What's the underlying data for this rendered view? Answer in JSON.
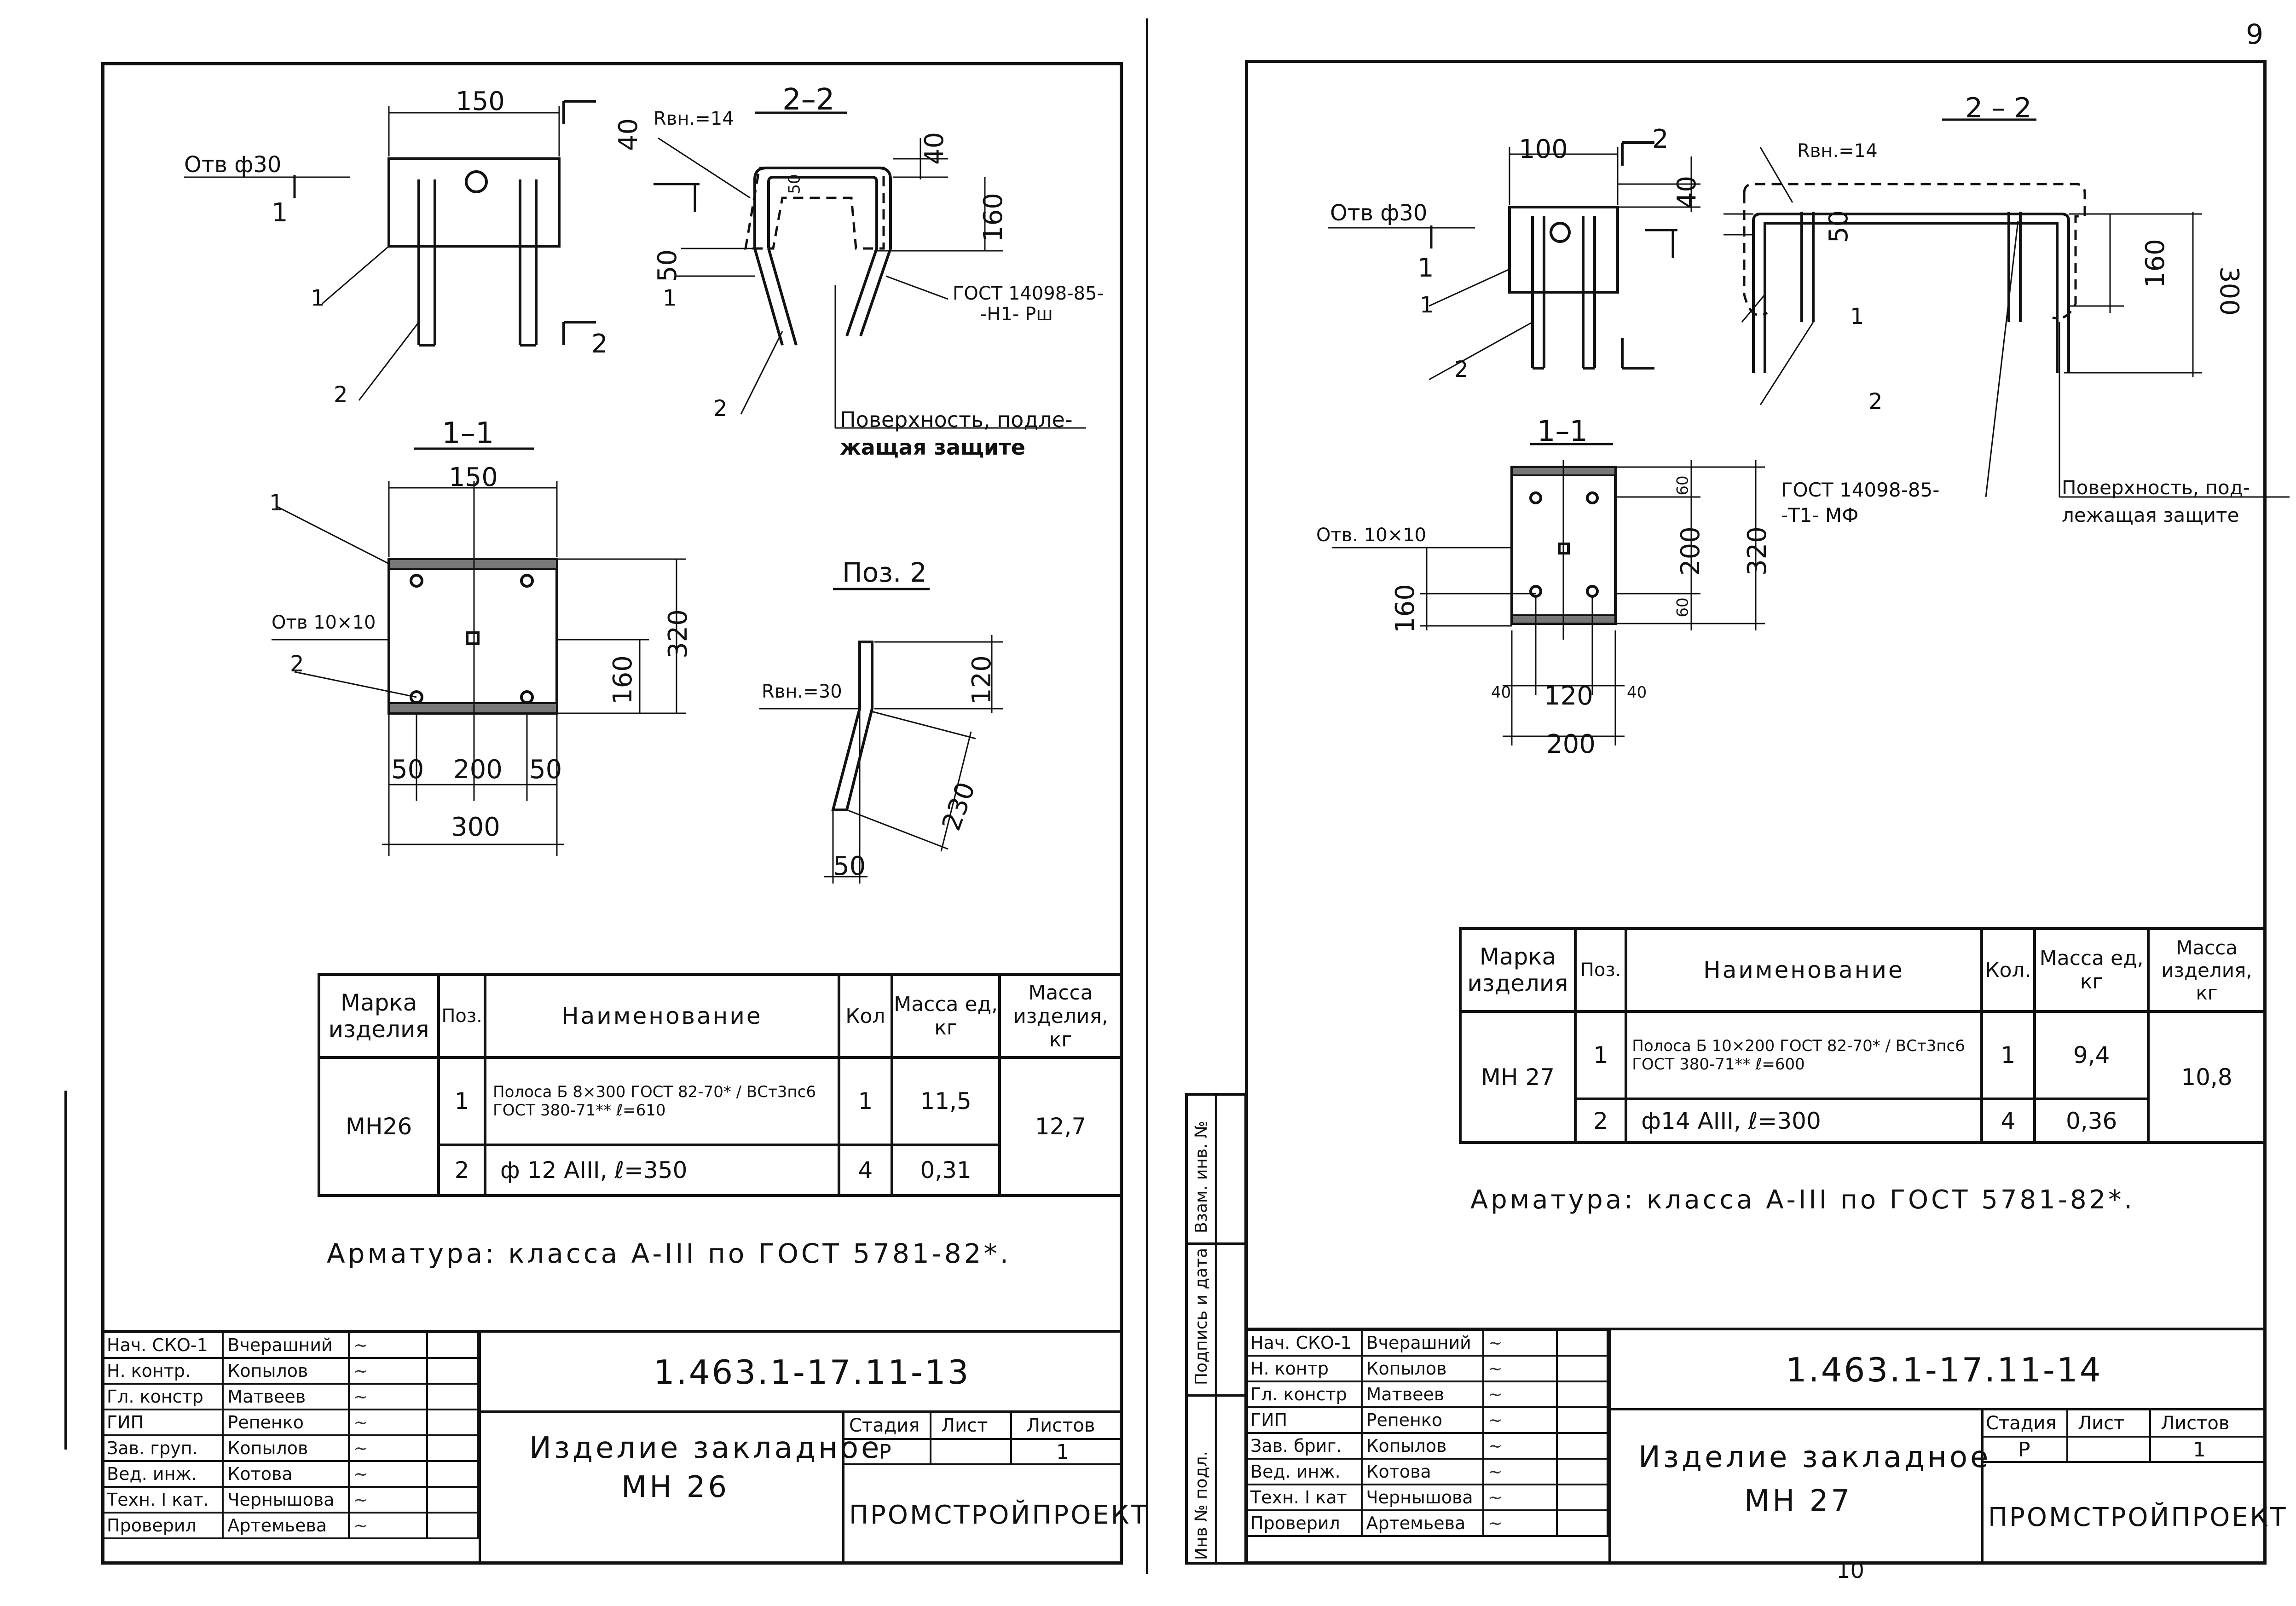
{
  "page_number_top": "9",
  "page_number_bottom": "10",
  "left_sheet": {
    "views": {
      "view_2_2": "2–2",
      "view_1_1": "1–1",
      "pos_2": "Поз. 2"
    },
    "dims": [
      "150",
      "40",
      "Отв ф30",
      "1",
      "2",
      "Rвн.=14",
      "40",
      "160",
      "50",
      "50",
      "150",
      "320",
      "160",
      "Отв 10×10",
      "50",
      "200",
      "50",
      "300",
      "Rвн.=30",
      "120",
      "230",
      "50"
    ],
    "callouts": {
      "gost": "ГОСТ 14098-85-",
      "gost2": "-Н1- Рш",
      "surface1": "Поверхность, подле-",
      "surface2": "жащая защите"
    },
    "spec": {
      "h_mark": "Марка изделия",
      "h_pos": "Поз.",
      "h_name": "Наименование",
      "h_qty": "Кол",
      "h_unit_mass": "Масса ед, кг",
      "h_total_mass": "Масса изделия, кг",
      "mark": "МН26",
      "row1_pos": "1",
      "row1_name": "Полоса Б 8×300 ГОСТ 82-70* / ВСт3пс6 ГОСТ 380-71** ℓ=610",
      "row1_qty": "1",
      "row1_mass": "11,5",
      "row2_pos": "2",
      "row2_name": "ф 12 АIII, ℓ=350",
      "row2_qty": "4",
      "row2_mass": "0,31",
      "total": "12,7"
    },
    "note": "Арматура: класса А-III по ГОСТ 5781-82*.",
    "titleblock": {
      "roles": [
        "Нач. СКО-1",
        "Н. контр.",
        "Гл. констр",
        "ГИП",
        "Зав. груп.",
        "Вед. инж.",
        "Техн. I кат.",
        "Проверил"
      ],
      "names": [
        "Вчерашний",
        "Копылов",
        "Матвеев",
        "Репенко",
        "Копылов",
        "Котова",
        "Чернышова",
        "Артемьева"
      ],
      "code": "1.463.1-17.11-13",
      "title1": "Изделие закладное",
      "title2": "МН 26",
      "stage_h": "Стадия",
      "sheet_h": "Лист",
      "sheets_h": "Листов",
      "stage": "Р",
      "sheets": "1",
      "org": "ПРОМСТРОЙПРОЕКТ"
    }
  },
  "right_sheet": {
    "views": {
      "view_2_2": "2 – 2",
      "view_1_1": "1–1"
    },
    "dims": [
      "100",
      "40",
      "Отв ф30",
      "1",
      "2",
      "Rвн.=14",
      "50",
      "160",
      "300",
      "60",
      "200",
      "60",
      "320",
      "Отв. 10×10",
      "160",
      "40",
      "120",
      "40",
      "200"
    ],
    "callouts": {
      "gost": "ГОСТ 14098-85-",
      "gost2": "-Т1- МФ",
      "surface1": "Поверхность, под-",
      "surface2": "лежащая защите"
    },
    "spec": {
      "h_mark": "Марка изделия",
      "h_pos": "Поз.",
      "h_name": "Наименование",
      "h_qty": "Кол.",
      "h_unit_mass": "Масса ед, кг",
      "h_total_mass": "Масса изделия, кг",
      "mark": "МН 27",
      "row1_pos": "1",
      "row1_name": "Полоса Б 10×200 ГОСТ 82-70* / ВСт3пс6 ГОСТ 380-71** ℓ=600",
      "row1_qty": "1",
      "row1_mass": "9,4",
      "row2_pos": "2",
      "row2_name": "ф14 АIII, ℓ=300",
      "row2_qty": "4",
      "row2_mass": "0,36",
      "total": "10,8"
    },
    "note": "Арматура: класса А-III по ГОСТ 5781-82*.",
    "stamp_labels": [
      "Взам. инв. №",
      "Подпись и дата",
      "Инв № подл."
    ],
    "titleblock": {
      "roles": [
        "Нач. СКО-1",
        "Н. контр",
        "Гл. констр",
        "ГИП",
        "Зав. бриг.",
        "Вед. инж.",
        "Техн. I кат",
        "Проверил"
      ],
      "names": [
        "Вчерашний",
        "Копылов",
        "Матвеев",
        "Репенко",
        "Копылов",
        "Котова",
        "Чернышова",
        "Артемьева"
      ],
      "code": "1.463.1-17.11-14",
      "title1": "Изделие закладное",
      "title2": "МН 27",
      "stage_h": "Стадия",
      "sheet_h": "Лист",
      "sheets_h": "Листов",
      "stage": "Р",
      "sheets": "1",
      "org": "ПРОМСТРОЙПРОЕКТ"
    }
  }
}
